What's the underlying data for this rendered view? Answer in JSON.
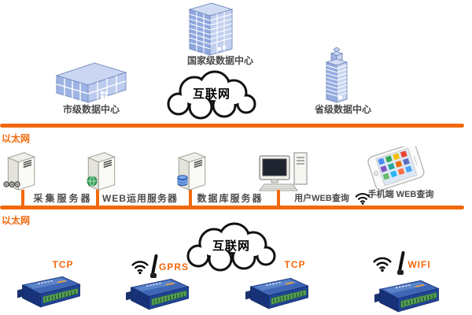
{
  "colors": {
    "accent_orange": "#F2690D",
    "building_front": "#9DB3E3",
    "building_side": "#C3D0EF",
    "cloud_outline": "#111111",
    "device_body": "#20439A",
    "terminal_green": "#57A05A"
  },
  "top": {
    "city_label": "市级数据中心",
    "national_label": "国家级数据中心",
    "provincial_label": "省级数据中心",
    "cloud_label": "互联网"
  },
  "ethernet_upper_label": "以太网",
  "middle": {
    "server1_label": "采集服务器",
    "server2_label": "WEB运用服务器",
    "server3_label": "数据库服务器",
    "desktop_label": "用户WEB查询",
    "phone_label": "手机端 WEB查询"
  },
  "ethernet_lower_label": "以太网",
  "bottom": {
    "cloud_label": "互联网",
    "device1_label": "TCP",
    "device2_label": "GPRS",
    "device3_label": "TCP",
    "device4_label": "WIFI"
  }
}
